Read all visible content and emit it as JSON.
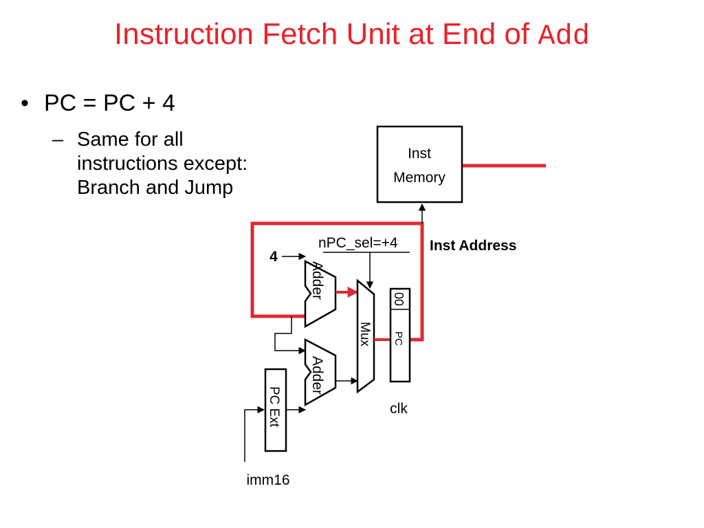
{
  "title": {
    "main": "Instruction Fetch Unit at End of ",
    "code": "Add"
  },
  "bullet": {
    "text": "PC  =  PC + 4"
  },
  "sub": {
    "dash": "–",
    "lines": [
      "Same for all",
      "instructions except:",
      "Branch and Jump"
    ]
  },
  "diagram": {
    "inst_memory": [
      "Inst",
      "Memory"
    ],
    "inst_address": "Inst Address",
    "npc_sel": "nPC_sel=+4",
    "four": "4",
    "adder_top": "Adder",
    "adder_bottom": "Adder",
    "mux": "Mux",
    "pc_bits": "00",
    "pc": "PC",
    "pc_ext": "PC Ext",
    "clk": "clk",
    "imm16": "imm16"
  },
  "colors": {
    "title": "#e8232a",
    "active_path": "#dc2b34",
    "wire": "#000000"
  }
}
